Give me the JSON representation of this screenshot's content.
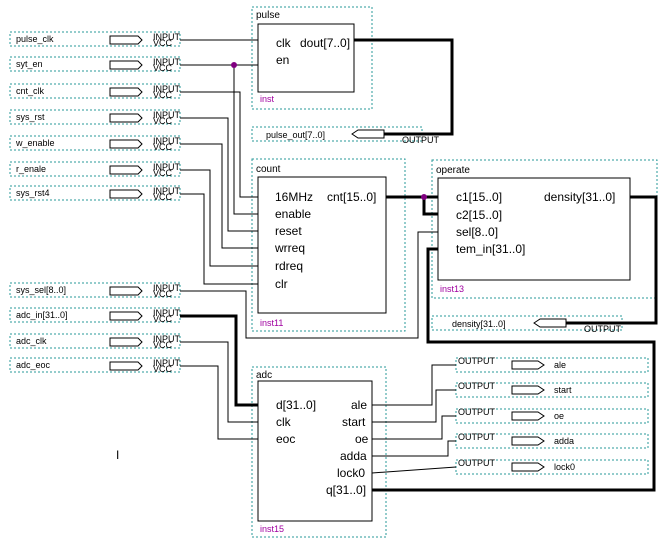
{
  "blocks": {
    "pulse": {
      "title": "pulse",
      "inst": "inst",
      "ports_in": [
        "clk",
        "en"
      ],
      "ports_out": [
        "dout[7..0]"
      ]
    },
    "count": {
      "title": "count",
      "inst": "inst11",
      "ports_in": [
        "16MHz",
        "enable",
        "reset",
        "wrreq",
        "rdreq",
        "clr"
      ],
      "ports_out": [
        "cnt[15..0]"
      ]
    },
    "operate": {
      "title": "operate",
      "inst": "inst13",
      "ports_in": [
        "c1[15..0]",
        "c2[15..0]",
        "sel[8..0]",
        "tem_in[31..0]"
      ],
      "ports_out": [
        "density[31..0]"
      ]
    },
    "adc": {
      "title": "adc",
      "inst": "inst15",
      "ports_in": [
        "d[31..0]",
        "clk",
        "eoc"
      ],
      "ports_out": [
        "ale",
        "start",
        "oe",
        "adda",
        "lock0",
        "q[31..0]"
      ]
    }
  },
  "input_pins": [
    {
      "name": "pulse_clk"
    },
    {
      "name": "syt_en"
    },
    {
      "name": "cnt_clk"
    },
    {
      "name": "sys_rst"
    },
    {
      "name": "w_enable"
    },
    {
      "name": "r_enale"
    },
    {
      "name": "sys_rst4"
    },
    {
      "name": "sys_sel[8..0]"
    },
    {
      "name": "adc_in[31..0]"
    },
    {
      "name": "adc_clk"
    },
    {
      "name": "adc_eoc"
    }
  ],
  "input_type": "INPUT",
  "input_sub": "VCC",
  "output_type": "OUTPUT",
  "output_pins": [
    {
      "name": "pulse_out[7..0]"
    },
    {
      "name": "density[31..0]"
    },
    {
      "name": "ale"
    },
    {
      "name": "start"
    },
    {
      "name": "oe"
    },
    {
      "name": "adda"
    },
    {
      "name": "lock0"
    }
  ],
  "cursor_mark": "I"
}
